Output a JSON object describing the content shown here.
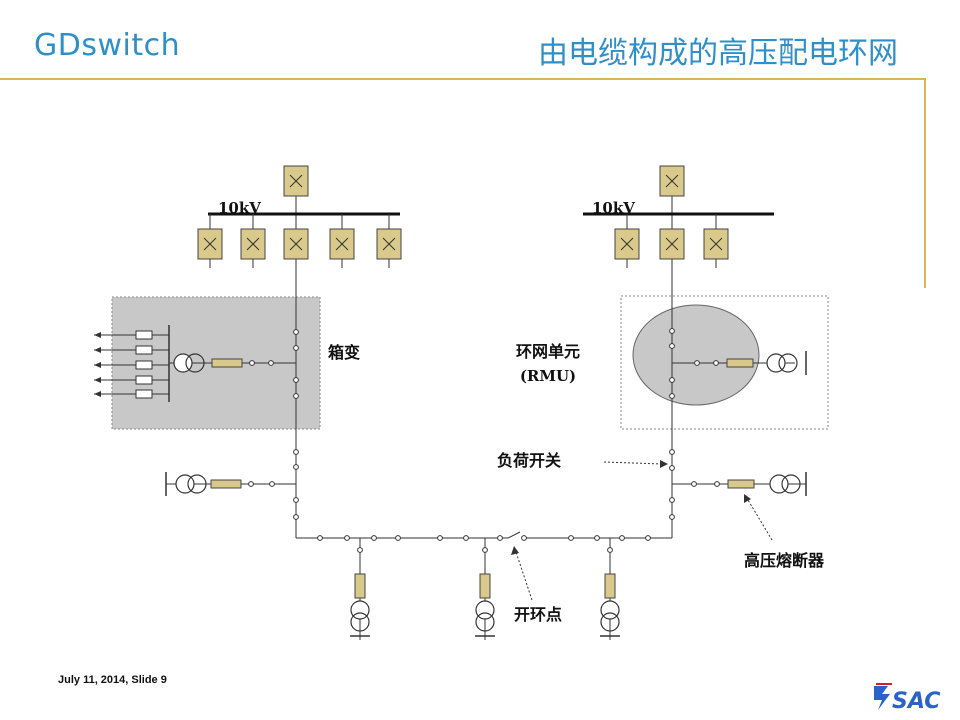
{
  "header": {
    "brand": "GDswitch",
    "title": "由电缆构成的高压配电环网"
  },
  "diagram": {
    "bus_left_label": "10kV",
    "bus_right_label": "10kV",
    "box_transformer_label": "箱变",
    "rmu_label_line1": "环网单元",
    "rmu_label_line2": "(RMU)",
    "load_switch_label": "负荷开关",
    "hv_fuse_label": "高压熔断器",
    "open_point_label": "开环点"
  },
  "footer": {
    "date_slide": "July 11, 2014,  Slide 9"
  },
  "logo": {
    "text": "SAC",
    "color": "#2a62c9",
    "accent": "#d0202a"
  },
  "colors": {
    "brand_blue": "#2f8fc8",
    "frame_gold": "#d6b656",
    "breaker_fill": "#d9c98a",
    "fuse_fill": "#d9c98a",
    "box_gray": "#c8c8c8"
  }
}
